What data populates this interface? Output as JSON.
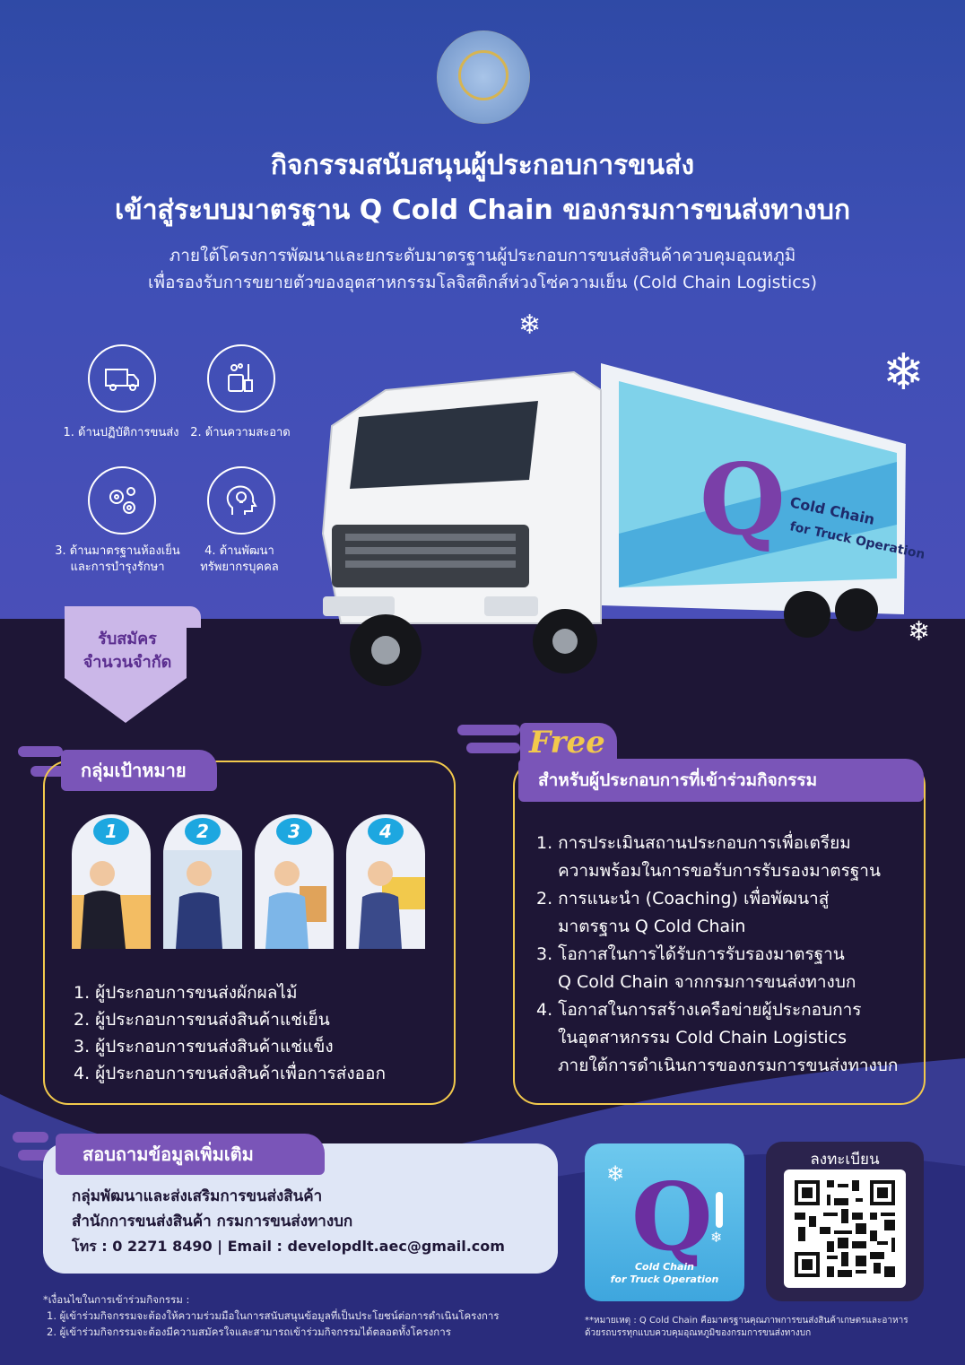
{
  "header": {
    "title_line1": "กิจกรรมสนับสนุนผู้ประกอบการขนส่ง",
    "title_line2": "เข้าสู่ระบบมาตรฐาน Q Cold Chain ของกรมการขนส่งทางบก",
    "subtitle_line1": "ภายใต้โครงการพัฒนาและยกระดับมาตรฐานผู้ประกอบการขนส่งสินค้าควบคุมอุณหภูมิ",
    "subtitle_line2": "เพื่อรองรับการขยายตัวของอุตสาหกรรมโลจิสติกส์ห่วงโซ่ความเย็น (Cold Chain Logistics)"
  },
  "icons": [
    {
      "label": "1. ด้านปฏิบัติการขนส่ง",
      "icon": "truck-icon"
    },
    {
      "label": "2. ด้านความสะอาด",
      "icon": "cleaning-icon"
    },
    {
      "label_line1": "3. ด้านมาตรฐานห้องเย็น",
      "label_line2": "และการบำรุงรักษา",
      "icon": "gears-icon"
    },
    {
      "label_line1": "4. ด้านพัฒนา",
      "label_line2": "ทรัพยากรบุคคล",
      "icon": "head-bulb-icon"
    }
  ],
  "truck_branding": {
    "line1": "Cold Chain",
    "line2": "for Truck Operation"
  },
  "ribbon": {
    "line1": "รับสมัคร",
    "line2": "จำนวนจำกัด"
  },
  "target_group": {
    "title": "กลุ่มเป้าหมาย",
    "card_numbers": [
      "1",
      "2",
      "3",
      "4"
    ],
    "items": [
      "1. ผู้ประกอบการขนส่งผักผลไม้",
      "2. ผู้ประกอบการขนส่งสินค้าแช่เย็น",
      "3. ผู้ประกอบการขนส่งสินค้าแช่แข็ง",
      "4. ผู้ประกอบการขนส่งสินค้าเพื่อการส่งออก"
    ]
  },
  "free": {
    "word": "Free",
    "title": "สำหรับผู้ประกอบการที่เข้าร่วมกิจกรรม",
    "items": [
      {
        "line1": "1. การประเมินสถานประกอบการเพื่อเตรียม",
        "line2": "ความพร้อมในการขอรับการรับรองมาตรฐาน"
      },
      {
        "line1": "2. การแนะนำ (Coaching) เพื่อพัฒนาสู่",
        "line2": "มาตรฐาน Q Cold Chain"
      },
      {
        "line1": "3. โอกาสในการได้รับการรับรองมาตรฐาน",
        "line2": "Q Cold Chain จากกรมการขนส่งทางบก"
      },
      {
        "line1": "4. โอกาสในการสร้างเครือข่ายผู้ประกอบการ",
        "line2": "ในอุตสาหกรรม Cold Chain Logistics",
        "line3": "ภายใต้การดำเนินการของกรมการขนส่งทางบก"
      }
    ]
  },
  "contact": {
    "title": "สอบถามข้อมูลเพิ่มเติม",
    "line1": "กลุ่มพัฒนาและส่งเสริมการขนส่งสินค้า",
    "line2": "สำนักการขนส่งสินค้า กรมการขนส่งทางบก",
    "line3": "โทร : 0 2271 8490  |  Email : developdlt.aec@gmail.com"
  },
  "qlogo": {
    "line1": "Cold Chain",
    "line2": "for Truck Operation"
  },
  "register": {
    "label": "ลงทะเบียน"
  },
  "conditions": {
    "title": "*เงื่อนไขในการเข้าร่วมกิจกรรม :",
    "items": [
      "1. ผู้เข้าร่วมกิจกรรมจะต้องให้ความร่วมมือในการสนับสนุนข้อมูลที่เป็นประโยชน์ต่อการดำเนินโครงการ",
      "2. ผู้เข้าร่วมกิจกรรมจะต้องมีความสมัครใจและสามารถเข้าร่วมกิจกรรมได้ตลอดทั้งโครงการ"
    ]
  },
  "note": {
    "line1": "**หมายเหตุ : Q Cold Chain คือมาตรฐานคุณภาพการขนส่งสินค้าเกษตรและอาหาร",
    "line2": "ด้วยรถบรรทุกแบบควบคุมอุณหภูมิของกรมการขนส่งทางบก"
  }
}
